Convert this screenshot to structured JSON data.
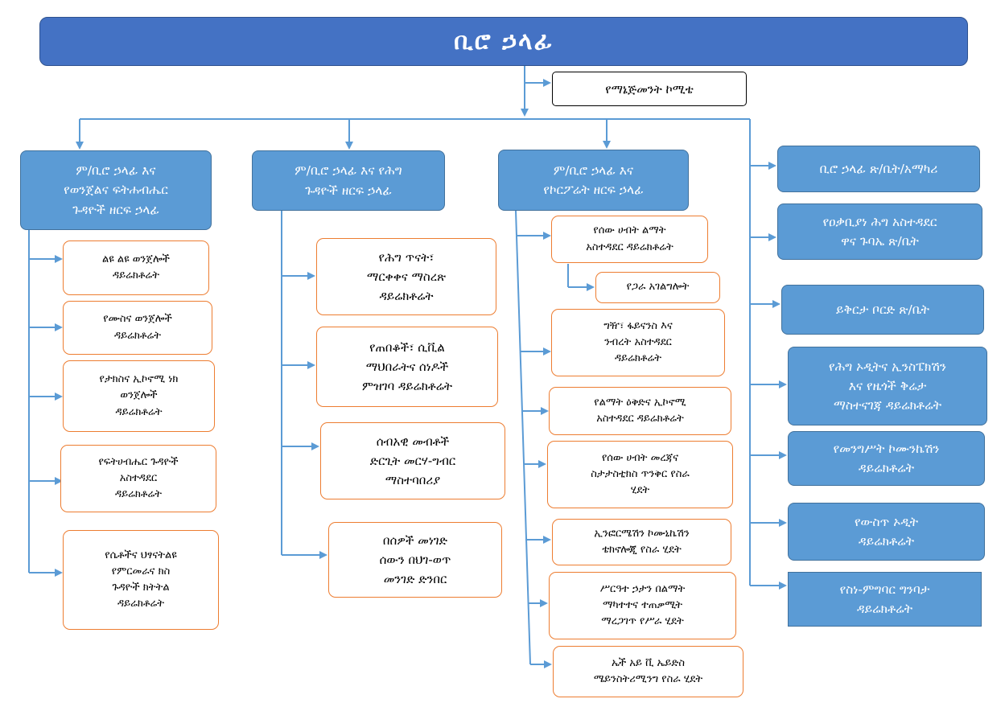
{
  "title": "ቢሮ ኃላፊ",
  "committee": "የማኔጅመንት ኮሚቴ",
  "deputies": [
    {
      "title": "ም/ቢሮ ኃላፊ እና\nየወንጀልና ፍትሐብሔር\nጉዳዮች ዘርፍ ኃላፊ",
      "directorates": [
        "ልዩ ልዩ ወንጀሎች\nዳይሬክቶሬት",
        "የሙስና ወንጀሎች\nዳይሬክቶሬት",
        "የታክስና ኢኮኖሚ ነክ\nወንጀሎች\nዳይሬክቶሬት",
        "የፍትሀብሔር ጉዳዮች\nአስተዳደር\nዳይሬክቶሬት",
        "የሴቶችና ህፃናትልዩ\nየምርመራና ክስ\nጉዳዮች ክትትል\nዳይሬክቶሬት"
      ]
    },
    {
      "title": "ም/ቢሮ ኃላፊ እና የሕግ\nጉዳዮች ዘርፍ ኃላፊ",
      "directorates": [
        "የሕግ ጥናት፣\nማርቀቀና ማስረጽ\nዳይሬክቶሬት",
        "የጠበቆች፣ ሲቪል\nማህበራትና ሰነዶች\nምዝገባ ዳይሬክቶሬት",
        "ሰብአዊ መብቶች\nድርጊት መርሃ-ግብር\nማስተባበሪያ",
        "በሰዎች መነገድ\nሰውን በህገ-ወጥ\nመንገድ ድንበር"
      ]
    },
    {
      "title": "ም/ቢሮ ኃላፊ እና\nየኮርፖሬት ዘርፍ ኃላፊ",
      "directorates": [
        "የሰው ሀብት ልማት\nአስተዳደር ዳይሬክቶሬት",
        "የጋራ አገልግሎት",
        "ግዥ፣ ፋይናንስ እና\nንብረት አስተዳደር\nዳይሬክቶሬት",
        "የልማት ዕቅድና ኢኮኖሚ\nአስተዳደር ዳይሬክቶሬት",
        "የሰው ሀብት መረጃና\nስታታስቲክስ ጥንቅር የስራ\nሂደት",
        "ኢንፎርሜሽን ኮሙኒኬሽን\nቴክኖሎጂ የስራ ሂደት",
        "ሥርዓተ ኃታን በልማት\nማካተተና ተጠቃሚት\nማረጋገጥ የሥራ ሂደት",
        "ኤች አይ ቪ ኤይድስ\nሜይንስትሪሚንግ የስራ ሂደት"
      ]
    }
  ],
  "right_units": [
    "ቢሮ ኃላፊ ጽ/ቤት/አማካሪ",
    "የዐቃቢያነ ሕግ አስተዳደር\nዋና ጉባኤ ጽ/ቤት",
    "ይቅርታ ቦርድ ጽ/ቤት",
    "የሕግ ኦዲትና ኢንስፔክሽን\nእና የዜጎች ቅሬታ\nማስተናገጃ ዳይሬክቶሬት",
    "የመንግሥት ኮሙንኬሽን\nዳይሬክቶሬት",
    "የውስጥ ኦዲት\nዳይሬክቶሬት",
    "የስነ-ምግባር ግንባታ\nዳይሬክቶሬት"
  ],
  "colors": {
    "top_fill": "#4472c4",
    "box_fill": "#5b9bd5",
    "connector": "#5b9bd5",
    "sub_border": "#ed7d31"
  }
}
